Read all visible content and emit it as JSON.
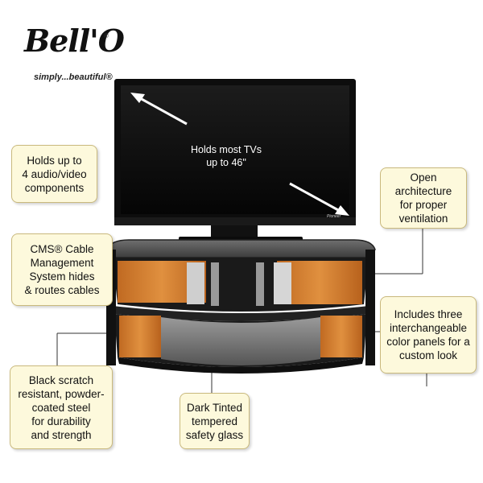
{
  "logo": {
    "script": "Bell'O",
    "registered": "®",
    "tagline": "simply...beautiful®"
  },
  "tv": {
    "screen_text": "Holds most TVs\nup to 46\"",
    "brand": "Pioneer"
  },
  "callouts": {
    "components": "Holds up to\n4 audio/video\ncomponents",
    "cable_management": "CMS® Cable\nManagement\nSystem hides\n& routes cables",
    "steel": "Black scratch\nresistant, powder-\ncoated steel\nfor durability\nand strength",
    "glass": "Dark Tinted\ntempered\nsafety glass",
    "architecture": "Open\narchitecture\nfor proper\nventilation",
    "panels": "Includes three\ninterchangeable\ncolor panels for a\ncustom look"
  }
}
